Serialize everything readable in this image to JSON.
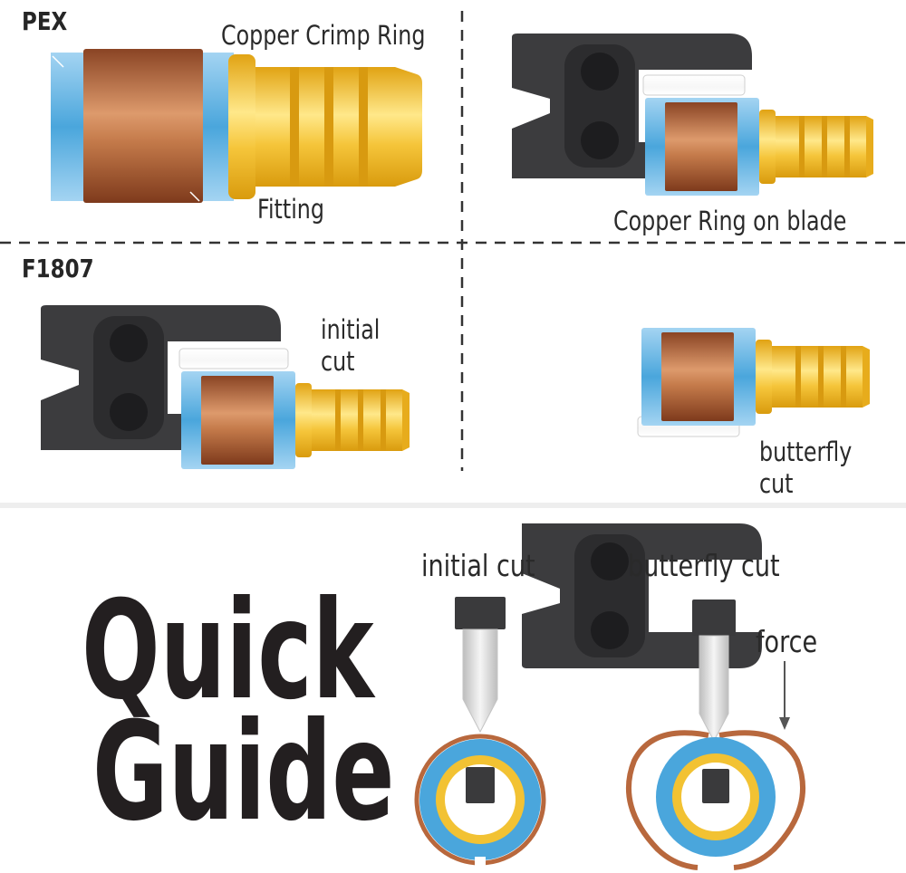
{
  "sections": {
    "pex_title": "PEX",
    "f1807_title": "F1807"
  },
  "labels": {
    "copper_crimp_ring": "Copper Crimp Ring",
    "fitting": "Fitting",
    "copper_ring_on_blade": "Copper Ring on blade",
    "initial_cut_tool": "initial\ncut",
    "butterfly_cut_tool": "butterfly\ncut"
  },
  "quick_guide": {
    "title_line1": "Quick",
    "title_line2": "Guide",
    "initial_cut": "initial cut",
    "butterfly_cut": "butterfly cut",
    "force": "force"
  },
  "colors": {
    "copper": "#b8683d",
    "brass": "#f2c233",
    "pex_blue": "#4aa6dc",
    "tool_dark": "#3c3c3e",
    "blade_silver": "#e6e6e6",
    "divider": "#333333"
  }
}
